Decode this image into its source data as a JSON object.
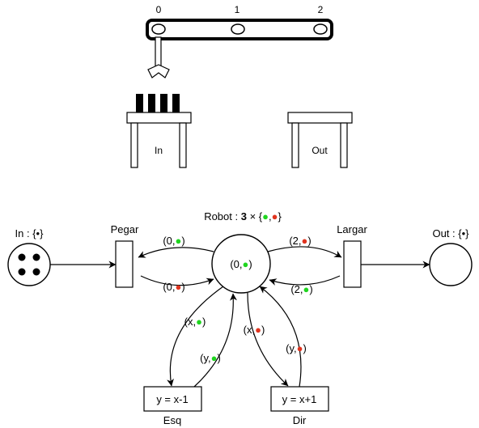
{
  "scene": {
    "conveyor_ticks": [
      "0",
      "1",
      "2"
    ],
    "table_in_label": "In",
    "table_out_label": "Out"
  },
  "places": {
    "in": {
      "name": "In",
      "type": "{•}",
      "tokens": 4
    },
    "robot": {
      "name": "Robot",
      "count": "3",
      "marking": "(0,•)"
    },
    "out": {
      "name": "Out",
      "type": "{•}"
    }
  },
  "robot_type": {
    "prefix": "Robot : ",
    "count": "3",
    "times": " × {",
    "sep": ",",
    "close": "}"
  },
  "transitions": {
    "pegar": "Pegar",
    "largar": "Largar",
    "esq": {
      "name": "Esq",
      "guard": "y = x-1"
    },
    "dir": {
      "name": "Dir",
      "guard": "y = x+1"
    }
  },
  "arc_labels": {
    "pegar_in": "(0,•)",
    "pegar_out": "(0,•)",
    "largar_in": "(2,•)",
    "largar_out": "(2,•)",
    "esq_in": "(x,•)",
    "esq_out": "(y,•)",
    "dir_in": "(x,•)",
    "dir_out": "(y,•)"
  },
  "colors": {
    "green": "#1fd51f",
    "red": "#e0341f",
    "black": "#000000",
    "gray": "#cfcfcf"
  }
}
